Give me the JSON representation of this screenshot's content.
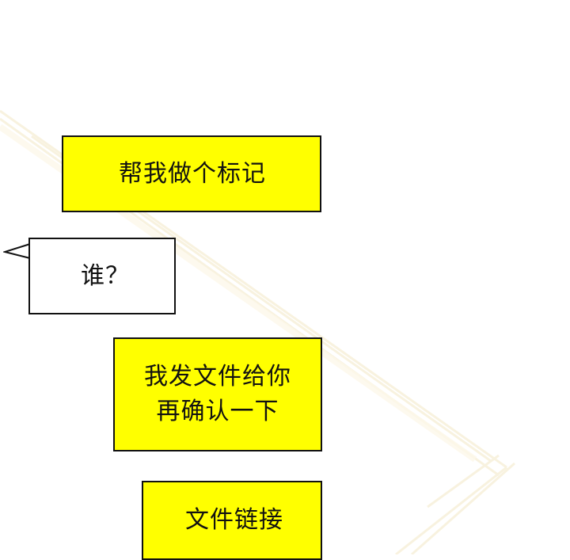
{
  "messages": [
    {
      "text": "帮我做个标记",
      "style": "yellow",
      "side": "right"
    },
    {
      "text": "谁？",
      "style": "white",
      "side": "left"
    },
    {
      "text": "我发文件给你\n再确认一下",
      "style": "yellow",
      "side": "right"
    },
    {
      "text": "文件链接",
      "style": "yellow",
      "side": "right"
    }
  ],
  "colors": {
    "outgoing_bubble": "#ffff00",
    "incoming_bubble": "#ffffff",
    "border": "#111111",
    "background": "#ffffff",
    "background_rays": "#fbf6e6"
  }
}
